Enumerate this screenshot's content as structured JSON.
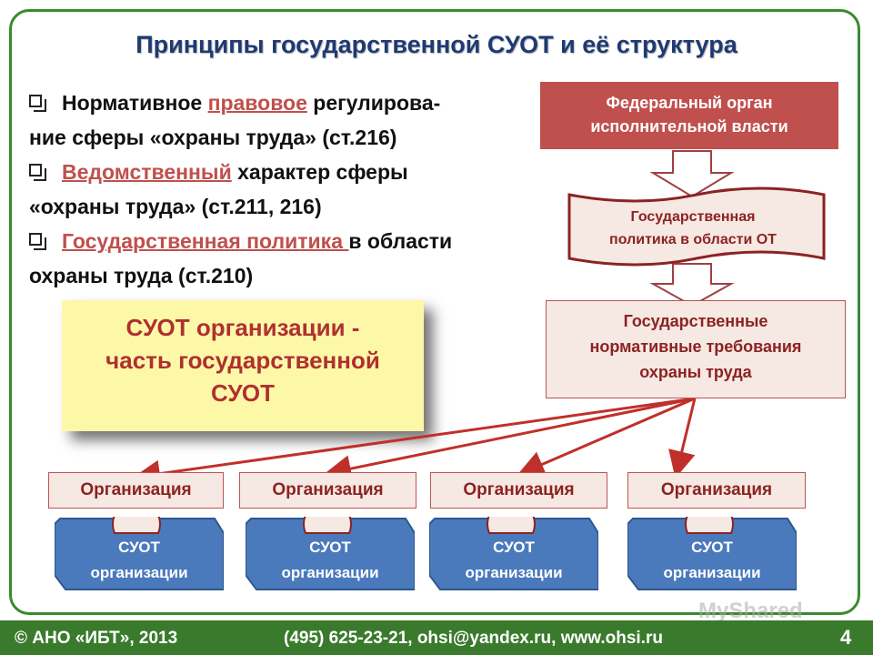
{
  "title": "Принципы государственной СУОТ и её структура",
  "bullets": [
    {
      "pre": "Нормативное ",
      "highlight": "правовое",
      "post": " регулирова-",
      "line2": "ние сферы «охраны труда» (ст.216)"
    },
    {
      "pre": "",
      "highlight": "Ведомственный",
      "post": " характер сферы",
      "line2": "«охраны труда» (ст.211, 216)"
    },
    {
      "pre": "",
      "highlight": "Государственная политика ",
      "post": "в области",
      "line2": "охраны труда (ст.210)"
    }
  ],
  "highlight_box": {
    "line1": "СУОТ организации  -",
    "line2": "часть государственной",
    "line3": "СУОТ"
  },
  "federal_box": {
    "line1": "Федеральный орган",
    "line2": "исполнительной власти"
  },
  "policy_box": {
    "line1": "Государственная",
    "line2": "политика в области ОТ"
  },
  "requirements_box": {
    "line1": "Государственные",
    "line2": "нормативные требования",
    "line3": "охраны труда"
  },
  "organizations": [
    {
      "label": "Организация",
      "suot_line1": "СУОТ",
      "suot_line2": "организации"
    },
    {
      "label": "Организация",
      "suot_line1": "СУОТ",
      "suot_line2": "организации"
    },
    {
      "label": "Организация",
      "suot_line1": "СУОТ",
      "suot_line2": "организации"
    },
    {
      "label": "Организация",
      "suot_line1": "СУОТ",
      "suot_line2": "организации"
    }
  ],
  "footer": {
    "copyright": "© АНО «ИБТ», 2013",
    "contacts": "(495) 625-23-21, ohsi@yandex.ru, www.ohsi.ru",
    "page_number": "4"
  },
  "watermark": "MyShared",
  "colors": {
    "frame": "#3a8a2e",
    "title": "#1f3a73",
    "red": "#c0504d",
    "dark_red": "#8b2323",
    "blue": "#4a7abc",
    "yellow": "#fdf8a8",
    "footer": "#3a7a2c"
  }
}
